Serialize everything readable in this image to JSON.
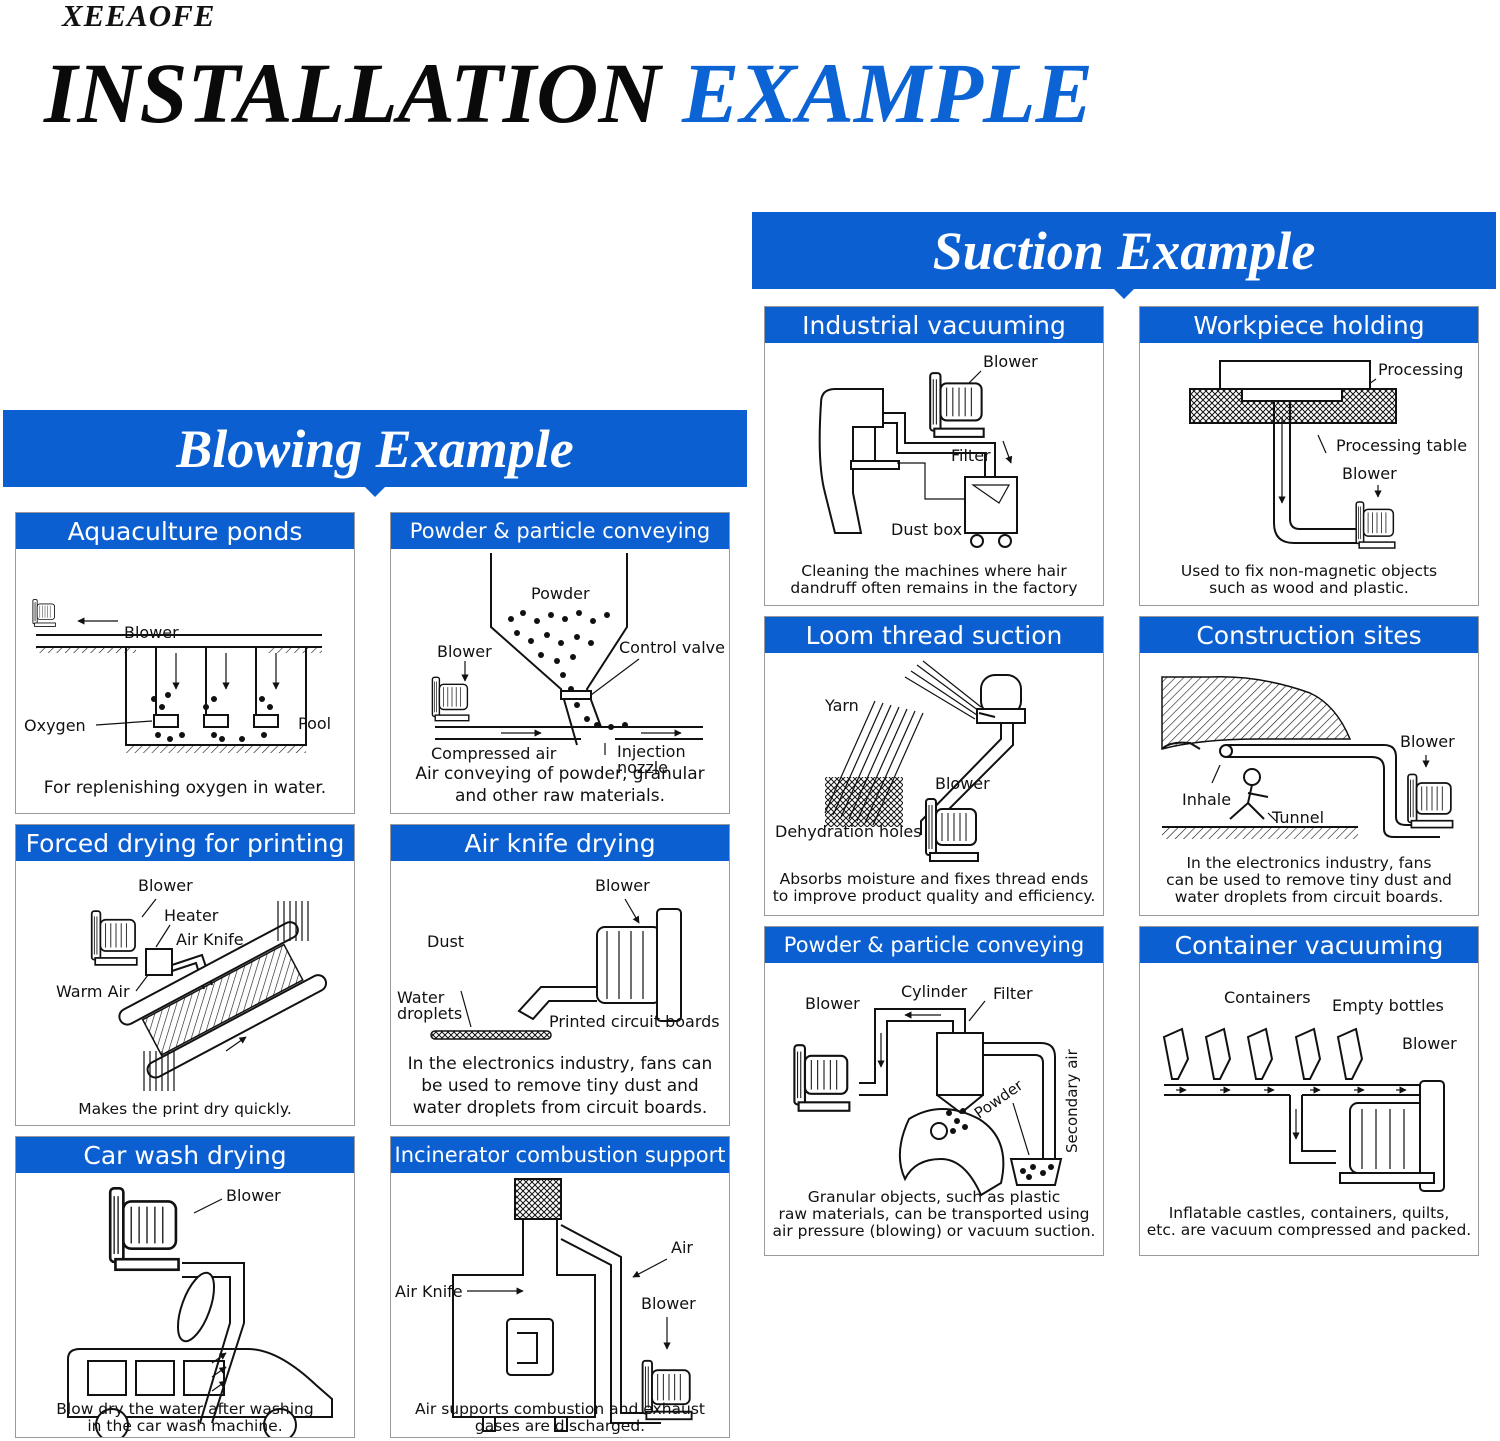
{
  "brand": "XEEAOFE",
  "title": {
    "word1": "INSTALLATION",
    "word2": "EXAMPLE"
  },
  "colors": {
    "accent": "#0b5fd0",
    "title_black": "#0a0a0a",
    "title_blue": "#0b63d4"
  },
  "blowing": {
    "banner": "Blowing Example",
    "cards": [
      {
        "title": "Aquaculture ponds",
        "labels": [
          "Blower",
          "Oxygen",
          "Pool"
        ],
        "caption": "For replenishing oxygen in water."
      },
      {
        "title": "Powder & particle conveying",
        "labels": [
          "Powder",
          "Blower",
          "Control valve",
          "Compressed air",
          "Injection",
          "nozzle"
        ],
        "caption": "Air conveying of powder, granular\nand other raw materials."
      },
      {
        "title": "Forced drying for printing",
        "labels": [
          "Blower",
          "Heater",
          "Air Knife",
          "Warm Air"
        ],
        "caption": "Makes the print dry quickly."
      },
      {
        "title": "Air knife drying",
        "labels": [
          "Blower",
          "Dust",
          "Water",
          "droplets",
          "Printed circuit boards"
        ],
        "caption": "In the electronics industry, fans can\nbe used to remove tiny dust and\nwater droplets from circuit boards."
      },
      {
        "title": "Car wash drying",
        "labels": [
          "Blower"
        ],
        "caption": "Blow dry the water after washing\nin the car wash machine."
      },
      {
        "title": "Incinerator combustion support",
        "labels": [
          "Air",
          "Air Knife",
          "Blower"
        ],
        "caption": "Air supports combustion and exhaust\ngases are discharged."
      }
    ]
  },
  "suction": {
    "banner": "Suction Example",
    "cards": [
      {
        "title": "Industrial vacuuming",
        "labels": [
          "Blower",
          "Filter",
          "Dust box"
        ],
        "caption": "Cleaning the machines where hair\ndandruff often remains in the factory"
      },
      {
        "title": "Workpiece holding",
        "labels": [
          "Processing",
          "Processing table",
          "Blower"
        ],
        "caption": "Used to fix non-magnetic objects\nsuch as wood and plastic."
      },
      {
        "title": "Loom thread suction",
        "labels": [
          "Yarn",
          "Blower",
          "Dehydration holes"
        ],
        "caption": "Absorbs moisture and fixes thread ends\nto improve product quality and efficiency."
      },
      {
        "title": "Construction sites",
        "labels": [
          "Blower",
          "Inhale",
          "Tunnel"
        ],
        "caption": "In the electronics industry, fans\ncan be used to remove tiny dust and\nwater droplets from circuit boards."
      },
      {
        "title": "Powder & particle conveying",
        "labels": [
          "Blower",
          "Cylinder",
          "Filter",
          "Secondary air",
          "Powder"
        ],
        "caption": "Granular objects, such as plastic\nraw materials, can be transported using\nair pressure (blowing) or vacuum suction."
      },
      {
        "title": "Container vacuuming",
        "labels": [
          "Containers",
          "Empty bottles",
          "Blower"
        ],
        "caption": "Inflatable castles, containers, quilts,\netc. are vacuum compressed and packed."
      }
    ]
  }
}
